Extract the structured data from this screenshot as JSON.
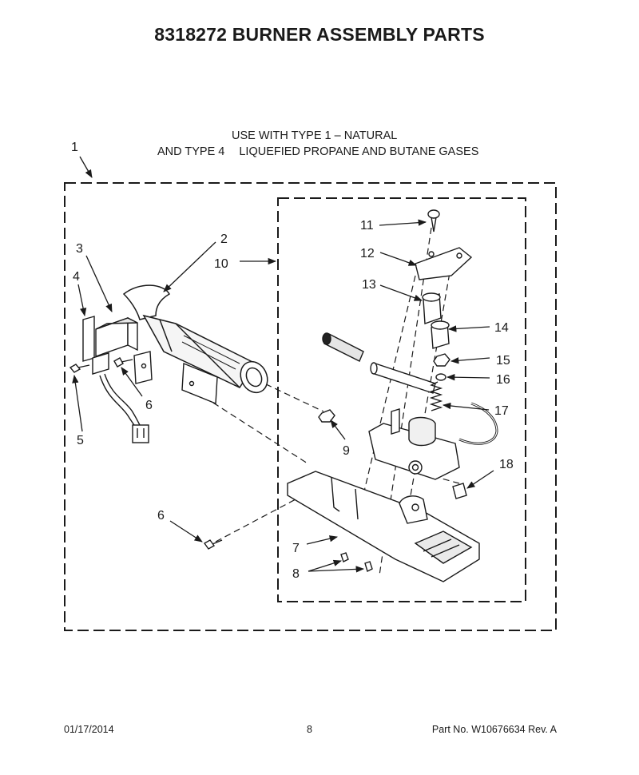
{
  "title": "8318272 BURNER ASSEMBLY PARTS",
  "usage": {
    "line1": "USE WITH TYPE 1 –  NATURAL",
    "line2_prefix": "AND TYPE 4",
    "line2_suffix": "LIQUEFIED PROPANE AND BUTANE GASES"
  },
  "callouts": {
    "c1": "1",
    "c2": "2",
    "c3": "3",
    "c4": "4",
    "c5": "5",
    "c6a": "6",
    "c6b": "6",
    "c7": "7",
    "c8": "8",
    "c9": "9",
    "c10": "10",
    "c11": "11",
    "c12": "12",
    "c13": "13",
    "c14": "14",
    "c15": "15",
    "c16": "16",
    "c17": "17",
    "c18": "18"
  },
  "footer": {
    "date": "01/17/2014",
    "page": "8",
    "part_no": "Part No.  W10676634  Rev.  A"
  }
}
